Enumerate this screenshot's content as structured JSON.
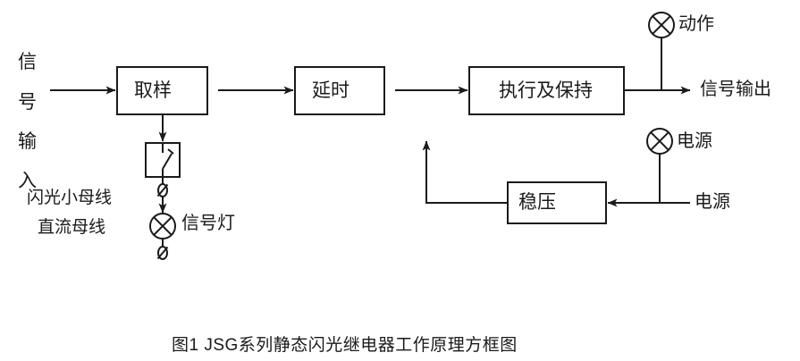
{
  "figure": {
    "caption": "图1  JSG系列静态闪光继电器工作原理方框图",
    "line_color": "#1a1a1a",
    "text_color": "#1a1a1a",
    "background": "#ffffff"
  },
  "input": {
    "vertical_label_chars": [
      "信",
      "号",
      "输",
      "入"
    ],
    "full_text": "信号输入"
  },
  "blocks": {
    "sampling": "取样",
    "delay": "延时",
    "execute_hold": "执行及保持",
    "regulator": "稳压"
  },
  "labels": {
    "flash_bus": "闪光小母线",
    "dc_bus": "直流母线",
    "signal_lamp": "信号灯",
    "action_lamp": "动作",
    "signal_output": "信号输出",
    "power_lamp": "电源",
    "power_input": "电源"
  },
  "symbols": {
    "relay_contact": "relay-contact-box",
    "terminal_upper": "terminal-mark",
    "terminal_lower": "terminal-mark",
    "lamp_signal": "lamp-cross-circle",
    "lamp_action": "lamp-cross-circle",
    "lamp_power": "lamp-cross-circle"
  }
}
